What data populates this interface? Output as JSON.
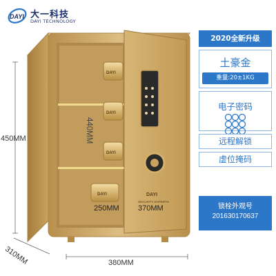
{
  "brand": {
    "name_cn": "大一科技",
    "name_en": "DAYI TECHNOLOGY",
    "logo_icon": "dayi-logo-icon"
  },
  "dimensions": {
    "height": "450MM",
    "inner_height": "440MM",
    "inner_width": "250MM",
    "inner_depth": "370MM",
    "depth": "310MM",
    "width": "380MM"
  },
  "product_art": {
    "badge_text": "DAYI",
    "door_brand": "DAYI",
    "door_slogan": "SECURITY EXPERTS",
    "body_color": "#c9a35e",
    "handle_color": "#d8b46a"
  },
  "panel": {
    "ribbon": "2020全新升级",
    "color_name": "土豪金",
    "weight": "重量:20±1KG",
    "lock_type": "电子密码",
    "lock_icon": "keypad-icon",
    "feature_1": "远程解锁",
    "feature_2": "虚位掩码",
    "model_label": "锁栓外观号",
    "model_number": "201630170637",
    "accent_color": "#2d77c9"
  }
}
